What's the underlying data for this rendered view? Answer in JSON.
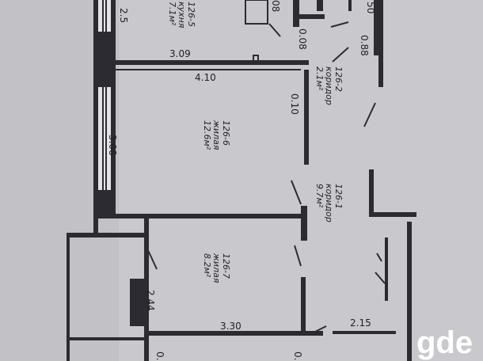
{
  "dimensions": {
    "d_top_left": "2.5",
    "d_309": "3.09",
    "d_410": "4.10",
    "d_308": "3.08",
    "d_008": "0.08",
    "d_010": "0.10",
    "d_088": "0.88",
    "d_050": "50",
    "d_008b": "08",
    "d_244": "2.44",
    "d_330": "3.30",
    "d_215": "2.15",
    "d_0a": "0.",
    "d_0b": "0."
  },
  "rooms": {
    "r125": {
      "code": "126-5",
      "name": "кухня",
      "area": "7.1м²"
    },
    "r126": {
      "code": "126-6",
      "name": "жилая",
      "area": "12.6м²"
    },
    "r127": {
      "code": "126-7",
      "name": "жилая",
      "area": "8.2м²"
    },
    "r122": {
      "code": "126-2",
      "name": "коридор",
      "area": "2.1м²"
    },
    "r121": {
      "code": "126-1",
      "name": "коридор",
      "area": "9.7м²"
    }
  },
  "watermark": "gde"
}
